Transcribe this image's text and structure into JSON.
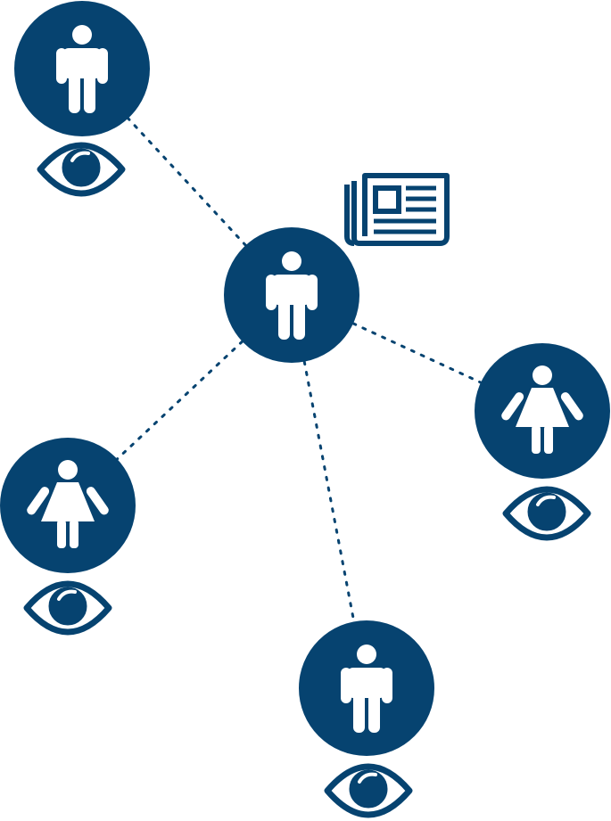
{
  "theme": {
    "node_color": "#064370",
    "figure_color": "#ffffff",
    "edge_color": "#064370",
    "edge_style": "dotted"
  },
  "newspaper": {
    "icon": "newspaper-icon",
    "attached_to": "center"
  },
  "nodes": [
    {
      "id": "top-left",
      "figure": "male",
      "icon": "person-male-icon",
      "watcher": "eye-icon"
    },
    {
      "id": "center",
      "figure": "male",
      "icon": "person-male-icon",
      "watcher": null
    },
    {
      "id": "right",
      "figure": "female",
      "icon": "person-female-icon",
      "watcher": "eye-icon"
    },
    {
      "id": "left",
      "figure": "female",
      "icon": "person-female-icon",
      "watcher": "eye-icon"
    },
    {
      "id": "bottom",
      "figure": "male",
      "icon": "person-male-icon",
      "watcher": "eye-icon"
    }
  ],
  "edges": [
    {
      "from": "center",
      "to": "top-left"
    },
    {
      "from": "center",
      "to": "right"
    },
    {
      "from": "center",
      "to": "left"
    },
    {
      "from": "center",
      "to": "bottom"
    }
  ]
}
